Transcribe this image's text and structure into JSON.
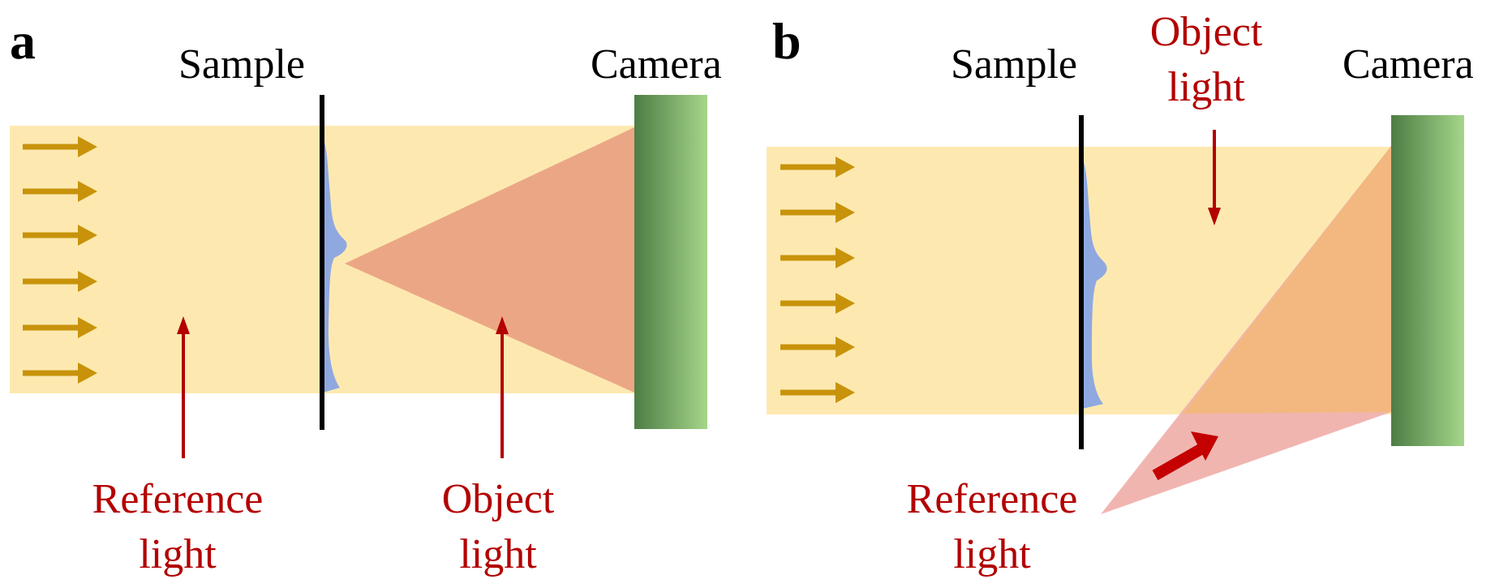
{
  "panels": [
    {
      "letter": "a",
      "sample_label": "Sample",
      "camera_label": "Camera",
      "reference_label": [
        "Reference",
        "light"
      ],
      "object_label": [
        "Object",
        "light"
      ]
    },
    {
      "letter": "b",
      "sample_label": "Sample",
      "camera_label": "Camera",
      "reference_label": [
        "Reference",
        "light"
      ],
      "object_label": [
        "Object",
        "light"
      ]
    }
  ],
  "colors": {
    "beam": "#fde9b0",
    "object_cone_a": "#eba785",
    "object_overlap_b": "#f2b87f",
    "reference_cone_b": "#f1b5b0",
    "arrow_gold": "#c8930a",
    "sample_blue": "#8fa8e0",
    "camera_dark": "#4e7d45",
    "camera_light": "#a5d68a",
    "label_red": "#b30000",
    "thick_arrow_red": "#c40000"
  },
  "icons": {
    "incident_arrows": "gold-right-arrow",
    "annotation_arrow": "red-thin-arrow",
    "reference_direction": "red-thick-arrow"
  }
}
